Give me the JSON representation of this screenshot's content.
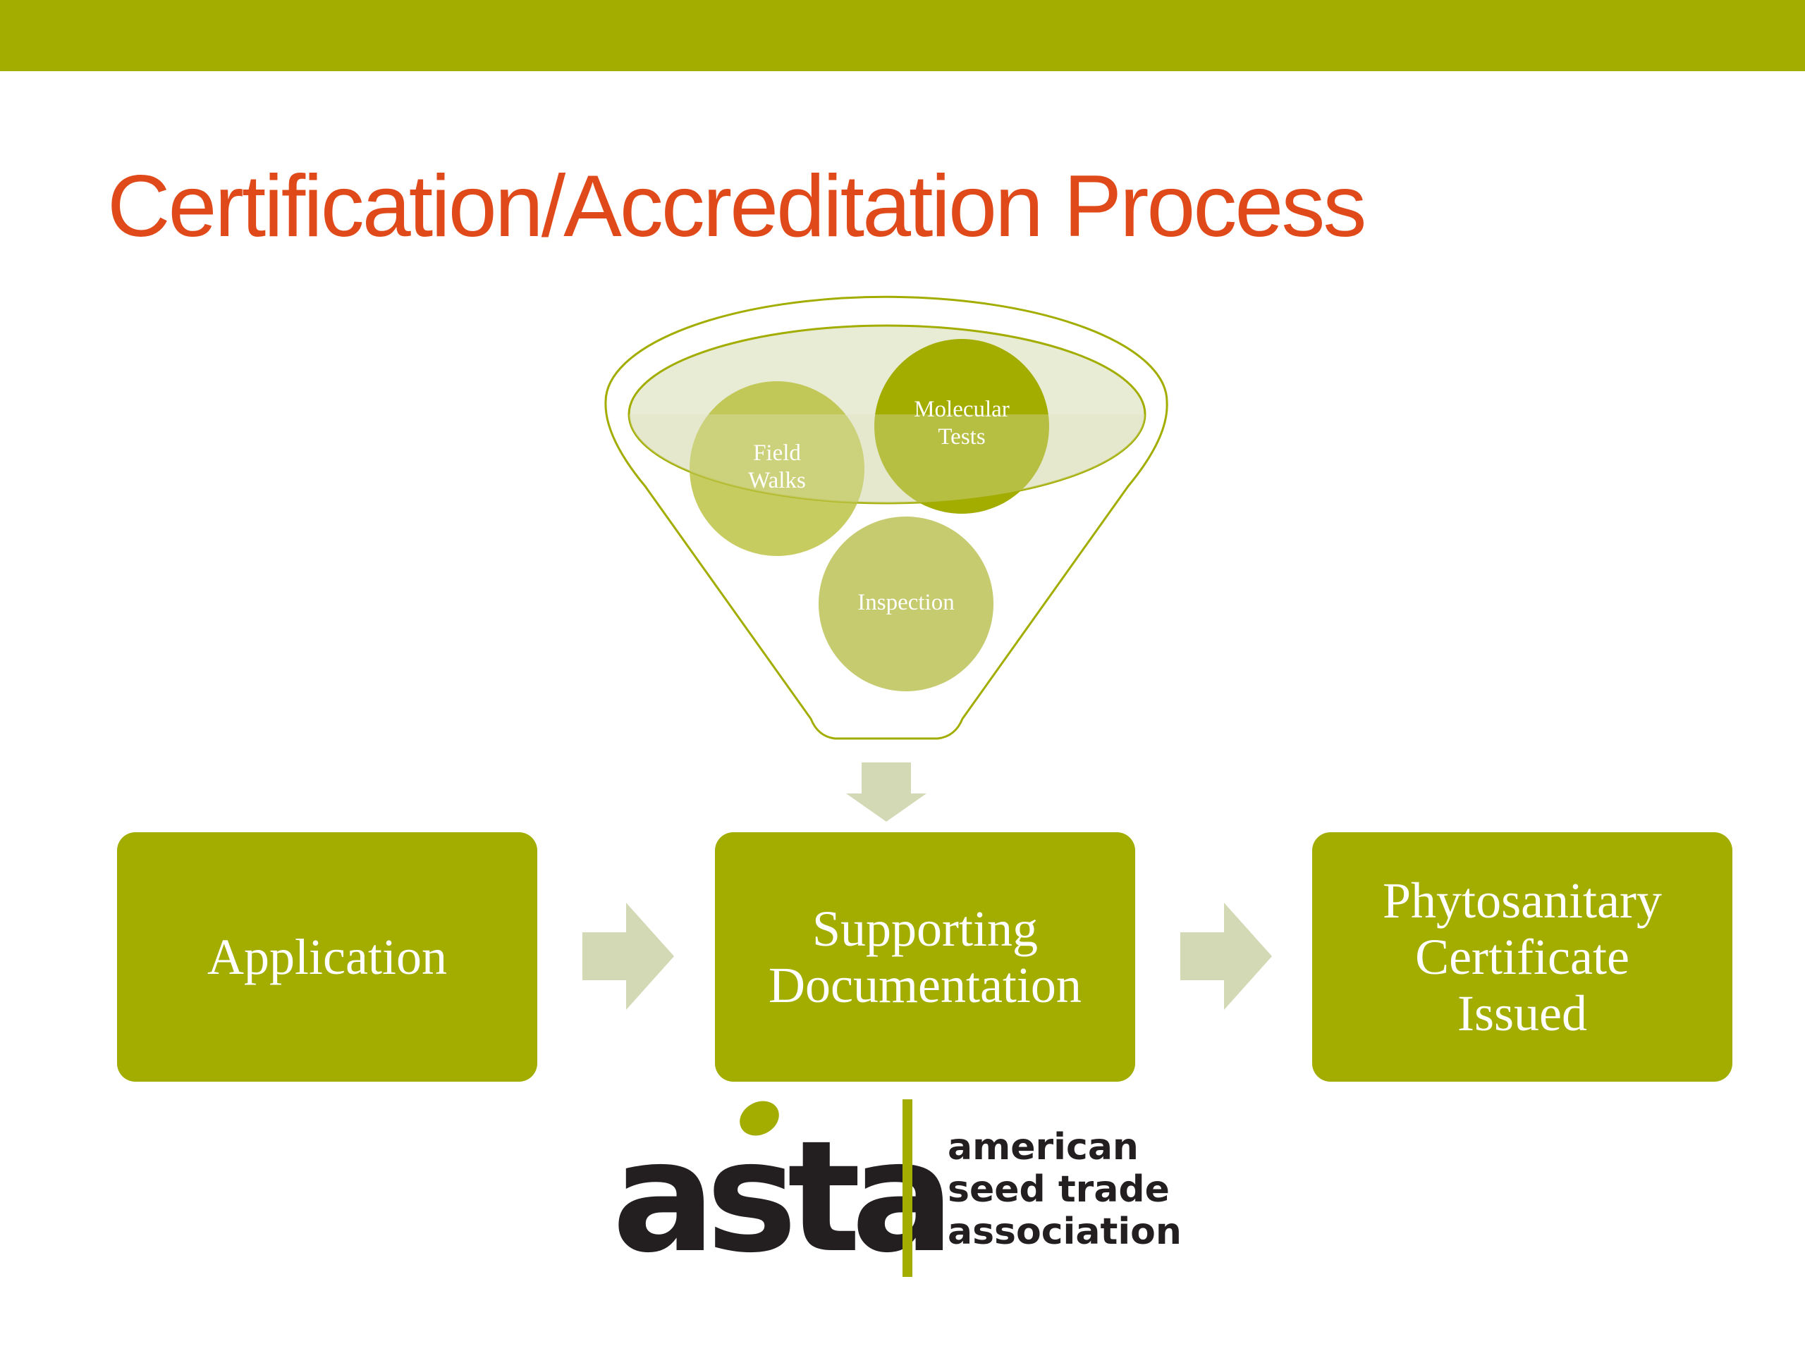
{
  "slide": {
    "title": "Certification/Accreditation Process"
  },
  "funnel": {
    "inputs": [
      {
        "label": "Field\nWalks"
      },
      {
        "label": "Molecular\nTests"
      },
      {
        "label": "Inspection"
      }
    ]
  },
  "process": {
    "steps": [
      {
        "label": "Application"
      },
      {
        "label": "Supporting\nDocumentation"
      },
      {
        "label": "Phytosanitary\nCertificate\nIssued"
      }
    ]
  },
  "logo": {
    "wordmark": "asta",
    "name": "american\nseed trade\nassociation"
  },
  "colors": {
    "accent_green": "#a2ad00",
    "light_green": "#c5cb6e",
    "arrow_green": "#d3d9b5",
    "title_orange": "#e0491a",
    "text_dark": "#231f20"
  }
}
